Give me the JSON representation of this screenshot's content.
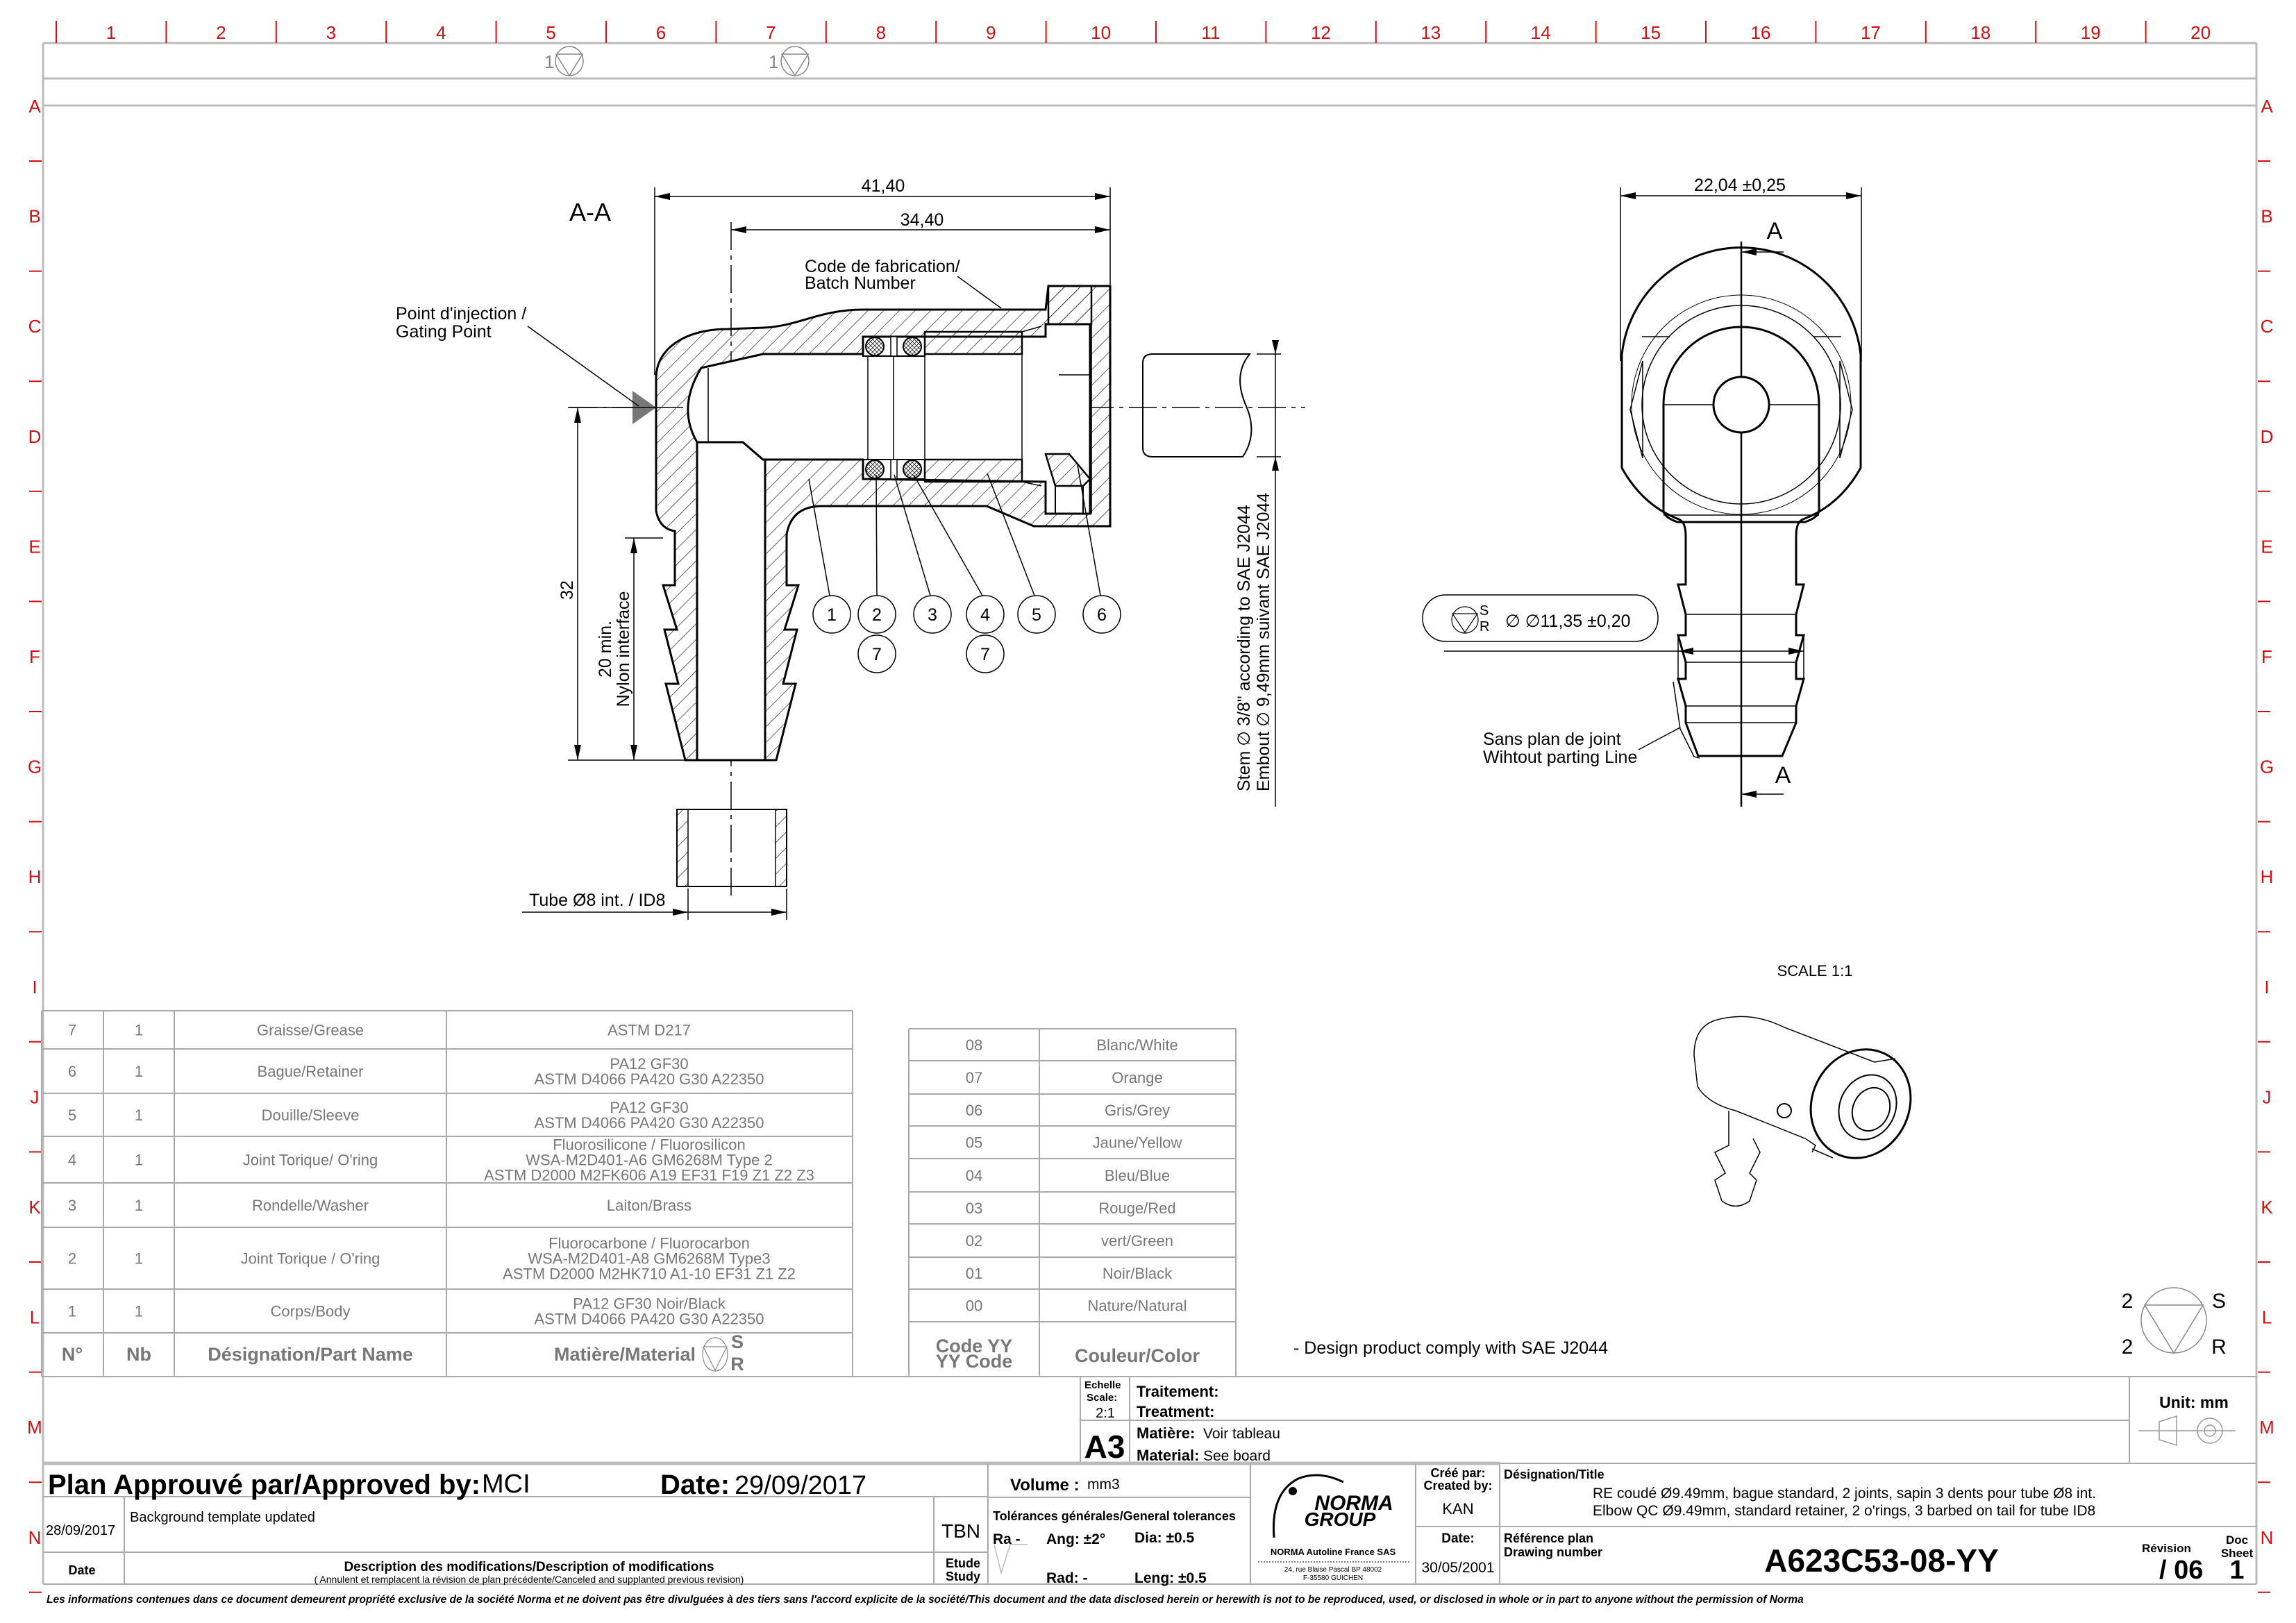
{
  "frame": {
    "columns": [
      "1",
      "2",
      "3",
      "4",
      "5",
      "6",
      "7",
      "8",
      "9",
      "10",
      "11",
      "12",
      "13",
      "14",
      "15",
      "16",
      "17",
      "18",
      "19",
      "20"
    ],
    "rows": [
      "A",
      "B",
      "C",
      "D",
      "E",
      "F",
      "G",
      "H",
      "I",
      "J",
      "K",
      "L",
      "M",
      "N"
    ]
  },
  "top_roughness_marks": [
    "1",
    "1"
  ],
  "section_view": {
    "title": "A-A",
    "dim_overall": "41,40",
    "dim_inner": "34,40",
    "batch_1": "Code de fabrication/",
    "batch_2": "Batch Number",
    "gating_1": "Point d'injection /",
    "gating_2": "Gating Point",
    "dim_height": "32",
    "nylon_1": "20 min.",
    "nylon_2": "Nylon interface",
    "tube_label": "Tube Ø8 int. / ID8",
    "stem_1": "Stem ∅ 3/8\" according to SAE J2044",
    "stem_2": "Embout ∅ 9,49mm suivant SAE J2044",
    "balloons": [
      "1",
      "2",
      "3",
      "4",
      "5",
      "6",
      "7",
      "7"
    ]
  },
  "side_view": {
    "dim_width": "22,04 ±0,25",
    "section_mark": "A",
    "sr_s": "S",
    "sr_r": "R",
    "tolerance": "∅ ∅11,35 ±0,20",
    "parting_1": "Sans plan de joint",
    "parting_2": "Wihtout parting Line"
  },
  "iso_view": {
    "scale": "SCALE 1:1"
  },
  "parts_table": {
    "headers": {
      "no": "N°",
      "nb": "Nb",
      "name": "Désignation/Part Name",
      "material": "Matière/Material",
      "s": "S",
      "r": "R"
    },
    "rows": [
      {
        "no": "7",
        "nb": "1",
        "name": "Graisse/Grease",
        "material": [
          "ASTM D217"
        ]
      },
      {
        "no": "6",
        "nb": "1",
        "name": "Bague/Retainer",
        "material": [
          "PA12 GF30",
          "ASTM D4066 PA420 G30 A22350"
        ]
      },
      {
        "no": "5",
        "nb": "1",
        "name": "Douille/Sleeve",
        "material": [
          "PA12 GF30",
          "ASTM D4066 PA420 G30 A22350"
        ]
      },
      {
        "no": "4",
        "nb": "1",
        "name": "Joint Torique/ O'ring",
        "material": [
          "Fluorosilicone / Fluorosilicon",
          "WSA-M2D401-A6 GM6268M Type 2",
          "ASTM D2000 M2FK606 A19 EF31 F19 Z1 Z2 Z3"
        ]
      },
      {
        "no": "3",
        "nb": "1",
        "name": "Rondelle/Washer",
        "material": [
          "Laiton/Brass"
        ]
      },
      {
        "no": "2",
        "nb": "1",
        "name": "Joint Torique / O'ring",
        "material": [
          "Fluorocarbone / Fluorocarbon",
          "WSA-M2D401-A8 GM6268M Type3",
          "ASTM D2000 M2HK710 A1-10 EF31 Z1 Z2"
        ]
      },
      {
        "no": "1",
        "nb": "1",
        "name": "Corps/Body",
        "material": [
          "PA12 GF30 Noir/Black",
          "ASTM D4066 PA420 G30 A22350"
        ]
      }
    ]
  },
  "color_table": {
    "headers": {
      "code_1": "Code  YY",
      "code_2": "YY Code",
      "color": "Couleur/Color"
    },
    "rows": [
      {
        "code": "08",
        "color": "Blanc/White"
      },
      {
        "code": "07",
        "color": "Orange"
      },
      {
        "code": "06",
        "color": "Gris/Grey"
      },
      {
        "code": "05",
        "color": "Jaune/Yellow"
      },
      {
        "code": "04",
        "color": "Bleu/Blue"
      },
      {
        "code": "03",
        "color": "Rouge/Red"
      },
      {
        "code": "02",
        "color": "vert/Green"
      },
      {
        "code": "01",
        "color": "Noir/Black"
      },
      {
        "code": "00",
        "color": "Nature/Natural"
      }
    ]
  },
  "note": "- Design product comply with SAE J2044",
  "surface_symbol": {
    "s_count": "2",
    "s": "S",
    "r_count": "2",
    "r": "R"
  },
  "title_block": {
    "scale_label_1": "Echelle",
    "scale_label_2": "Scale:",
    "scale_value": "2:1",
    "format": "A3",
    "treatment_fr": "Traitement:",
    "treatment_en": "Treatment:",
    "material_fr": "Matière:",
    "material_fr_value": "Voir tableau",
    "material_en": "Material:",
    "material_en_value": "See board",
    "unit": "Unit: mm",
    "approved_label": "Plan Approuvé par/Approved by:",
    "approved_by": "MCI",
    "date_label": "Date:",
    "date_value": "29/09/2017",
    "volume_label": "Volume :",
    "volume_value": "mm3",
    "tolerances_title": "Tolérances générales/General tolerances",
    "ra": "Ra -",
    "ang": "Ang: ±2°",
    "dia": "Dia:  ±0.5",
    "rad": "Rad: -",
    "leng": "Leng:  ±0.5",
    "company": "NORMA  Autoline France SAS",
    "address_1": "24, rue Blaise Pascal BP 48002",
    "address_2": "F-35580 GUICHEN",
    "logo_text_1": "NORMA",
    "logo_text_2": "GROUP",
    "created_label_1": "Créé par:",
    "created_label_2": "Created by:",
    "created_by": "KAN",
    "created_date_label": "Date:",
    "created_date": "30/05/2001",
    "designation_label": "Désignation/Title",
    "title_fr": "RE coudé Ø9.49mm, bague standard, 2 joints, sapin 3 dents pour tube Ø8 int.",
    "title_en": "Elbow QC Ø9.49mm, standard retainer, 2 o'rings, 3 barbed on tail for tube ID8",
    "ref_label_1": "Référence plan",
    "ref_label_2": "Drawing number",
    "drawing_number": "A623C53-08-YY",
    "revision_label": "Révision",
    "revision": "/ 06",
    "sheet_label_1": "Doc",
    "sheet_label_2": "Sheet",
    "sheet": "1",
    "rev_date": "28/09/2017",
    "rev_description": "Background template updated",
    "rev_study": "TBN",
    "rev_col_date": "Date",
    "rev_col_desc": "Description des modifications/Description of modifications",
    "rev_col_desc_sub": "( Annulent et remplacent la révision de plan précédente/Canceled and supplanted previous revision)",
    "rev_col_study_1": "Etude",
    "rev_col_study_2": "Study",
    "disclaimer": "Les informations contenues dans ce document demeurent propriété exclusive de la société Norma et ne doivent pas être divulguées à des tiers sans l'accord explicite de la société/This document and the data disclosed herein or herewith is not to be reproduced, used, or disclosed in whole or in part to anyone without the permission of Norma"
  }
}
